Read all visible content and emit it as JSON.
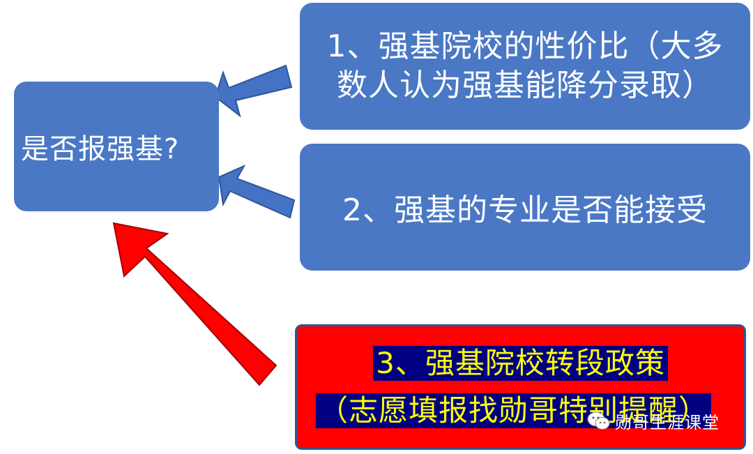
{
  "diagram": {
    "main_box": {
      "label": "是否报强基?"
    },
    "box1": {
      "line1": "1、强基院校的性价比（大多",
      "line2": "数人认为强基能降分录取）"
    },
    "box2": {
      "label": "2、强基的专业是否能接受"
    },
    "box3": {
      "line1": "3、强基院校转段政策",
      "line2": "（志愿填报找勋哥特别提醒）"
    }
  },
  "watermark": {
    "icon": "wechat-icon",
    "text": "勋哥生涯课堂"
  },
  "colors": {
    "box_blue": "#4a78c4",
    "arrow_blue": "#4472c4",
    "arrow_border": "#2f5597",
    "alert_red": "#ff0000",
    "highlight_navy": "#000080",
    "highlight_text": "#ffff00"
  }
}
